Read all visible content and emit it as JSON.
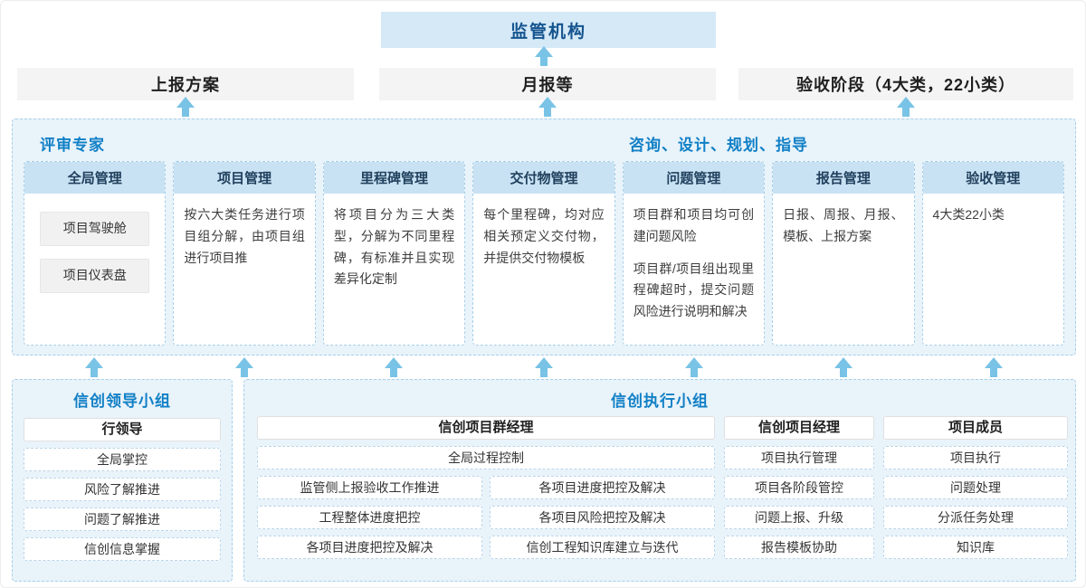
{
  "top": {
    "regulator": "监管机构",
    "report_plan": "上报方案",
    "monthly": "月报等",
    "acceptance": "验收阶段（4大类，22小类）"
  },
  "middle": {
    "experts_title": "评审专家",
    "consult_title": "咨询、设计、规划、指导",
    "columns": [
      {
        "title": "全局管理",
        "item1": "项目驾驶舱",
        "item2": "项目仪表盘"
      },
      {
        "title": "项目管理",
        "text": "按六大类任务进行项目组分解，由项目组进行项目推"
      },
      {
        "title": "里程碑管理",
        "text": "将项目分为三大类型，分解为不同里程碑，有标准并且实现差异化定制"
      },
      {
        "title": "交付物管理",
        "text": "每个里程碑，均对应相关预定义交付物，并提供交付物模板"
      },
      {
        "title": "问题管理",
        "text1": "项目群和项目均可创建问题风险",
        "text2": "项目群/项目组出现里程碑超时，提交问题风险进行说明和解决"
      },
      {
        "title": "报告管理",
        "text": "日报、周报、月报、模板、上报方案"
      },
      {
        "title": "验收管理",
        "text": "4大类22小类"
      }
    ]
  },
  "bottom": {
    "leader_group": {
      "title": "信创领导小组",
      "role": "行领导",
      "items": [
        "全局掌控",
        "风险了解推进",
        "问题了解推进",
        "信创信息掌握"
      ]
    },
    "exec_group": {
      "title": "信创执行小组",
      "program_manager": {
        "role": "信创项目群经理",
        "full_item": "全局过程控制",
        "left_items": [
          "监管侧上报验收工作推进",
          "工程整体进度把控",
          "各项目进度把控及解决"
        ],
        "right_items": [
          "各项目进度把控及解决",
          "各项目风险把控及解决",
          "信创工程知识库建立与迭代"
        ]
      },
      "project_manager": {
        "role": "信创项目经理",
        "items": [
          "项目执行管理",
          "项目各阶段管控",
          "问题上报、升级",
          "报告模板协助"
        ]
      },
      "member": {
        "role": "项目成员",
        "items": [
          "项目执行",
          "问题处理",
          "分派任务处理",
          "知识库"
        ]
      }
    }
  },
  "icons": {
    "up_arrow": "up-arrow-icon"
  },
  "colors": {
    "accent_blue": "#1180c6",
    "navy_header": "#20405e",
    "arrow_blue": "#79c3e6",
    "panel_bg": "#e9f3fa",
    "column_header_bg": "#c9e2f3",
    "regulator_bg": "#d5e9f7",
    "gray_box_bg": "#f4f4f4"
  }
}
